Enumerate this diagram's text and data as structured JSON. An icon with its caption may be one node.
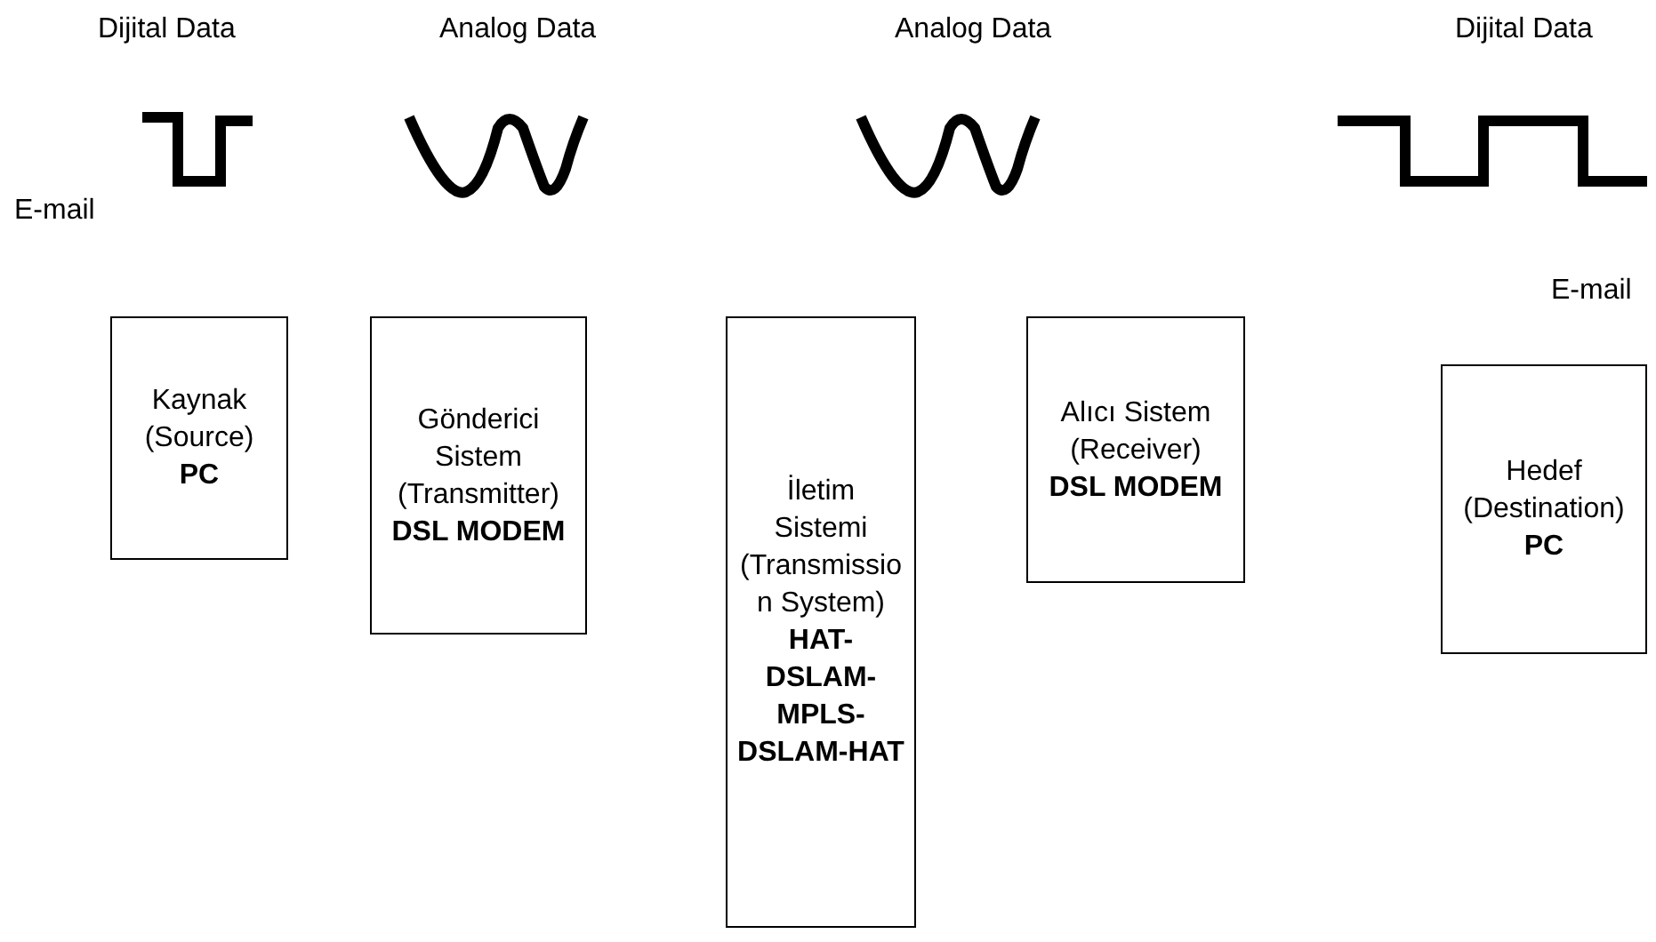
{
  "diagram": {
    "nodes": [
      {
        "text": [
          "Kaynak (Source)",
          "PC"
        ]
      },
      {
        "text": [
          "Gönderici Sistem (Transmitter)",
          "DSL MODEM"
        ]
      },
      {
        "text": [
          "İletim Sistemi (Transmission System)",
          "HAT-DSLAM-MPLS-DSLAM-HAT"
        ]
      },
      {
        "text": [
          "Alıcı Sistem (Receiver)",
          "DSL MODEM"
        ]
      },
      {
        "text": [
          "Hedef (Destination)",
          "PC"
        ]
      }
    ],
    "labels": [
      "Dijital Data",
      "Analog Data",
      "Analog Data",
      "Dijital Data",
      "E-mail",
      "E-mail"
    ]
  }
}
